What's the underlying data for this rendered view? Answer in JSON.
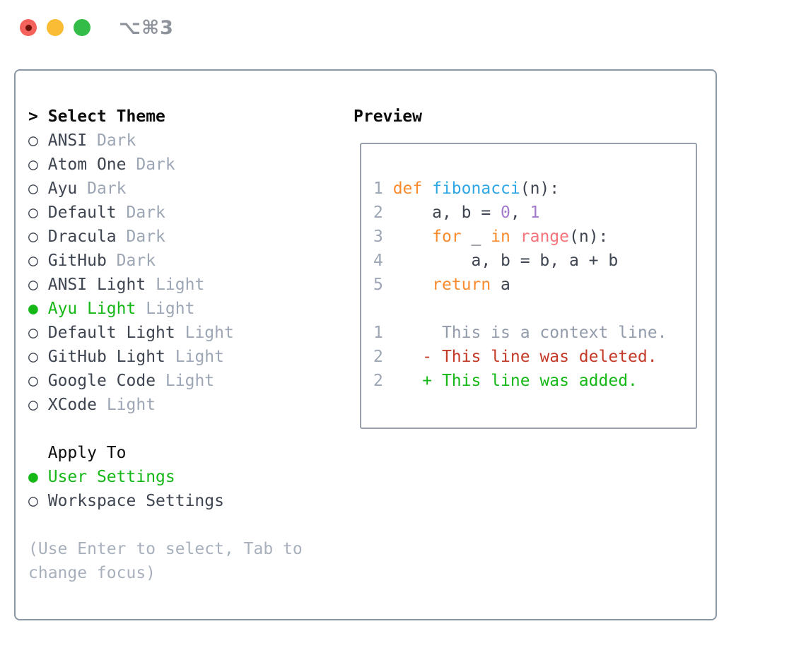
{
  "titlebar": {
    "shortcut": "⌥⌘3"
  },
  "icons": {
    "radio": "○",
    "radio_selected": "●"
  },
  "theme_picker": {
    "header_prefix": ">",
    "header": "Select Theme",
    "themes": [
      {
        "name": "ANSI",
        "variant": "Dark",
        "selected": false
      },
      {
        "name": "Atom One",
        "variant": "Dark",
        "selected": false
      },
      {
        "name": "Ayu",
        "variant": "Dark",
        "selected": false
      },
      {
        "name": "Default",
        "variant": "Dark",
        "selected": false
      },
      {
        "name": "Dracula",
        "variant": "Dark",
        "selected": false
      },
      {
        "name": "GitHub",
        "variant": "Dark",
        "selected": false
      },
      {
        "name": "ANSI Light",
        "variant": "Light",
        "selected": false
      },
      {
        "name": "Ayu Light",
        "variant": "Light",
        "selected": true
      },
      {
        "name": "Default Light",
        "variant": "Light",
        "selected": false
      },
      {
        "name": "GitHub Light",
        "variant": "Light",
        "selected": false
      },
      {
        "name": "Google Code",
        "variant": "Light",
        "selected": false
      },
      {
        "name": "XCode",
        "variant": "Light",
        "selected": false
      }
    ]
  },
  "apply_to": {
    "header": "Apply To",
    "options": [
      {
        "label": "User Settings",
        "selected": true
      },
      {
        "label": "Workspace Settings",
        "selected": false
      }
    ]
  },
  "help": {
    "lines": [
      "(Use Enter to select, Tab to",
      "change focus)"
    ]
  },
  "preview": {
    "header": "Preview",
    "lines": [
      [
        {
          "t": "1 ",
          "c": "num"
        },
        {
          "t": "def",
          "c": "kw"
        },
        {
          "t": " ",
          "c": "fg"
        },
        {
          "t": "fibonacci",
          "c": "fn"
        },
        {
          "t": "(n):",
          "c": "fg"
        }
      ],
      [
        {
          "t": "2 ",
          "c": "num"
        },
        {
          "t": "    a, b = ",
          "c": "fg"
        },
        {
          "t": "0",
          "c": "lit"
        },
        {
          "t": ", ",
          "c": "fg"
        },
        {
          "t": "1",
          "c": "lit"
        }
      ],
      [
        {
          "t": "3 ",
          "c": "num"
        },
        {
          "t": "    ",
          "c": "fg"
        },
        {
          "t": "for",
          "c": "kw"
        },
        {
          "t": " _ ",
          "c": "fg"
        },
        {
          "t": "in",
          "c": "kw"
        },
        {
          "t": " ",
          "c": "fg"
        },
        {
          "t": "range",
          "c": "builtin"
        },
        {
          "t": "(n):",
          "c": "fg"
        }
      ],
      [
        {
          "t": "4 ",
          "c": "num"
        },
        {
          "t": "        a, b = b, a + b",
          "c": "fg"
        }
      ],
      [
        {
          "t": "5 ",
          "c": "num"
        },
        {
          "t": "    ",
          "c": "fg"
        },
        {
          "t": "return",
          "c": "kw"
        },
        {
          "t": " a",
          "c": "fg"
        }
      ],
      [],
      [
        {
          "t": "1",
          "c": "num"
        },
        {
          "t": "      This is a context line.",
          "c": "ctx"
        }
      ],
      [
        {
          "t": "2",
          "c": "num"
        },
        {
          "t": "    - This line was deleted.",
          "c": "del"
        }
      ],
      [
        {
          "t": "2",
          "c": "num"
        },
        {
          "t": "    + This line was added.",
          "c": "add"
        }
      ]
    ]
  },
  "colors": {
    "window_red": "#f4625b",
    "window_red_dot": "#6d110b",
    "window_yellow": "#fbbc35",
    "window_green": "#33bd48",
    "titlebar_gray": "#8e939b",
    "panel_border": "#8d96a4",
    "preview_border": "#98a0ac",
    "text": "#3e4551",
    "heading": "#0c0c0c",
    "muted": "#9da6b4",
    "help": "#a8b0bc",
    "selected_green": "#15b817",
    "keyword_orange": "#f98b2e",
    "function_blue": "#2ea6e3",
    "literal_purple": "#a37acc",
    "builtin_coral": "#f5737a",
    "context_gray": "#939cab",
    "deleted_red": "#c43a28",
    "added_green": "#15b817"
  }
}
